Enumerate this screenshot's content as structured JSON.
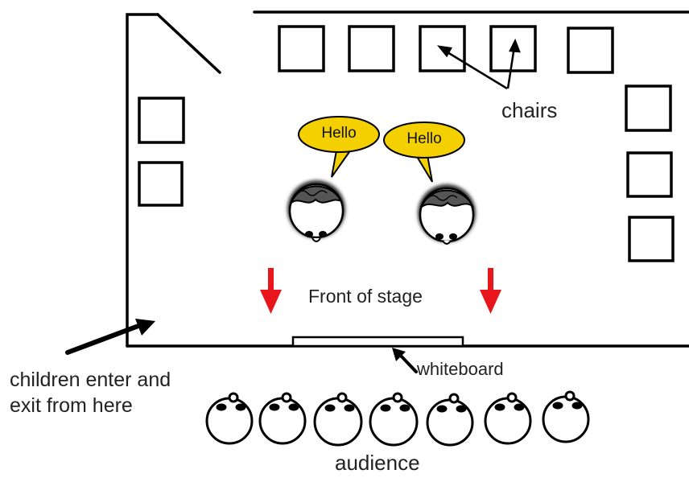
{
  "labels": {
    "chairs": "chairs",
    "front_of_stage": "Front of stage",
    "whiteboard": "whiteboard",
    "entrance_line1": "children enter and",
    "entrance_line2": "exit from here",
    "audience": "audience"
  },
  "speech": {
    "left": "Hello",
    "right": "Hello"
  },
  "colors": {
    "bubble": "#f5d000",
    "arrow_red": "#e8161b",
    "stroke": "#000000"
  }
}
